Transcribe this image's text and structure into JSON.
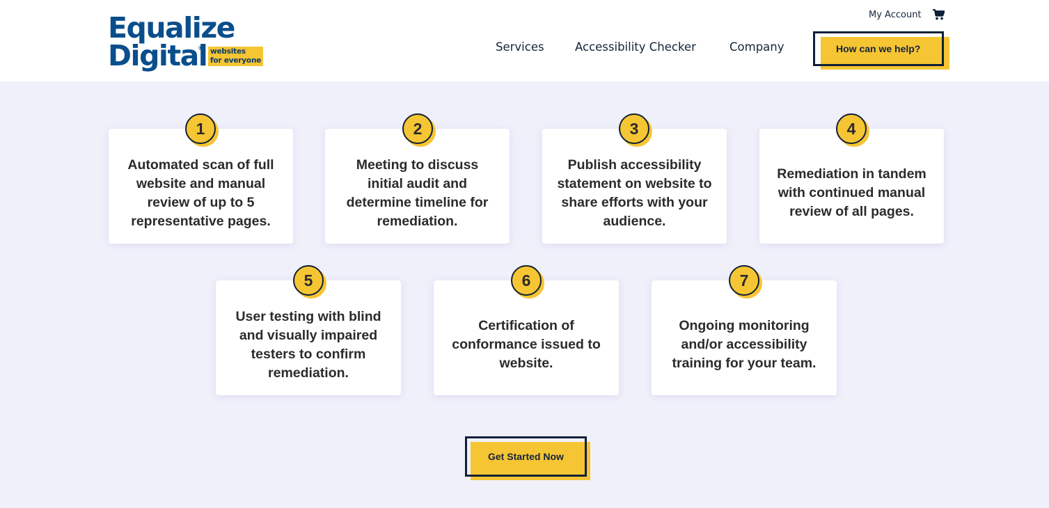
{
  "header": {
    "logo": {
      "line1": "Equalize",
      "line2": "Digital",
      "registered": "®",
      "tagline_line1": "websites",
      "tagline_line2": "for everyone"
    },
    "utility": {
      "my_account": "My Account",
      "cart_icon": "shopping-cart-icon"
    },
    "nav": [
      {
        "label": "Services"
      },
      {
        "label": "Accessibility Checker"
      },
      {
        "label": "Company"
      }
    ],
    "cta_label": "How can we help?"
  },
  "steps": [
    {
      "number": "1",
      "text": "Automated scan of full website and manual review of up to 5 representative pages."
    },
    {
      "number": "2",
      "text": "Meeting to discuss initial audit and determine timeline for remediation."
    },
    {
      "number": "3",
      "text": "Publish accessibility statement on website to share efforts with your audience."
    },
    {
      "number": "4",
      "text": "Remediation in tandem with continued manual review of all pages."
    },
    {
      "number": "5",
      "text": "User testing with blind and visually impaired testers to confirm remediation."
    },
    {
      "number": "6",
      "text": "Certification of conformance issued to website."
    },
    {
      "number": "7",
      "text": "Ongoing monitoring and/or accessibility training for your team."
    }
  ],
  "main_cta_label": "Get Started Now",
  "colors": {
    "brand_blue": "#0a4e8c",
    "accent_yellow": "#f6c533",
    "navy": "#0f2038",
    "section_bg": "#f0f0fb",
    "card_bg": "#ffffff"
  }
}
